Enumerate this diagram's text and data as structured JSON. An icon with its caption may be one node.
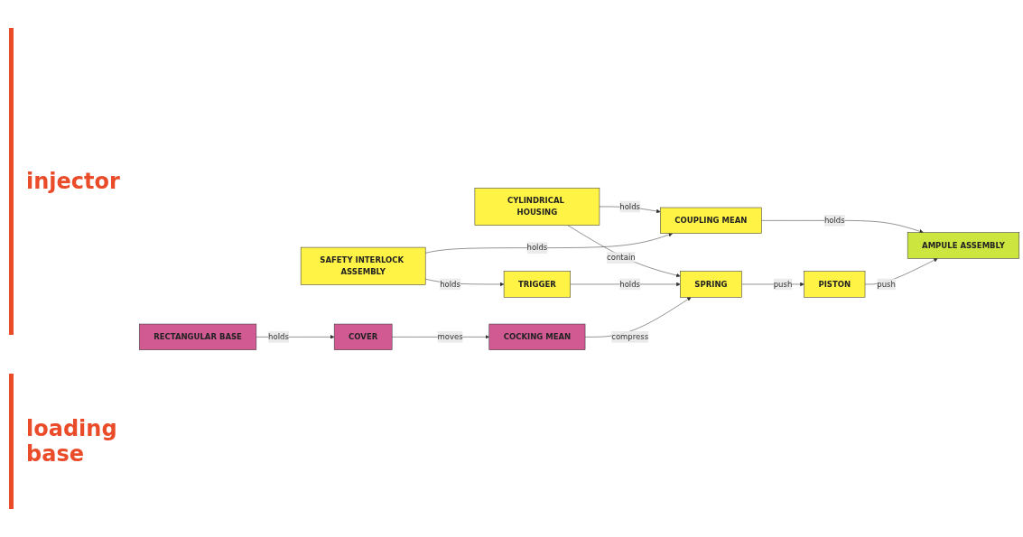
{
  "diagram": {
    "nodes": [
      {
        "text": [
          "CYLINDRICAL HOUSING"
        ]
      },
      {
        "text": [
          "COUPLING MEAN"
        ]
      },
      {
        "text": [
          "TRIGGER"
        ]
      },
      {
        "text": [
          "SAFETY INTERLOCK ASSEMBLY"
        ]
      },
      {
        "text": [
          "SPRING"
        ]
      },
      {
        "text": [
          "PISTON"
        ]
      },
      {
        "text": [
          "AMPULE ASSEMBLY"
        ]
      },
      {
        "text": [
          "COCKING MEAN"
        ]
      },
      {
        "text": [
          "COVER"
        ]
      },
      {
        "text": [
          "RECTANGULAR BASE"
        ]
      }
    ],
    "edges": [
      {
        "from": 0,
        "to": 1,
        "label": "holds",
        "arrow": "to"
      },
      {
        "from": 0,
        "to": 4,
        "label": "contain",
        "arrow": "to"
      },
      {
        "from": 3,
        "to": 2,
        "label": "holds",
        "arrow": "to"
      },
      {
        "from": 3,
        "to": 1,
        "label": "holds",
        "arrow": "to"
      },
      {
        "from": 1,
        "to": 6,
        "label": "holds",
        "arrow": "to"
      },
      {
        "from": 2,
        "to": 4,
        "label": "holds",
        "arrow": "to"
      },
      {
        "from": 4,
        "to": 5,
        "label": "push",
        "arrow": "to"
      },
      {
        "from": 5,
        "to": 6,
        "label": "push",
        "arrow": "to"
      },
      {
        "from": 7,
        "to": 4,
        "label": "compress",
        "arrow": "to"
      },
      {
        "from": 8,
        "to": 7,
        "label": "moves",
        "arrow": "to"
      },
      {
        "from": 9,
        "to": 8,
        "label": "holds",
        "arrow": "to"
      }
    ],
    "labels": [
      "injector",
      "loading base"
    ]
  }
}
